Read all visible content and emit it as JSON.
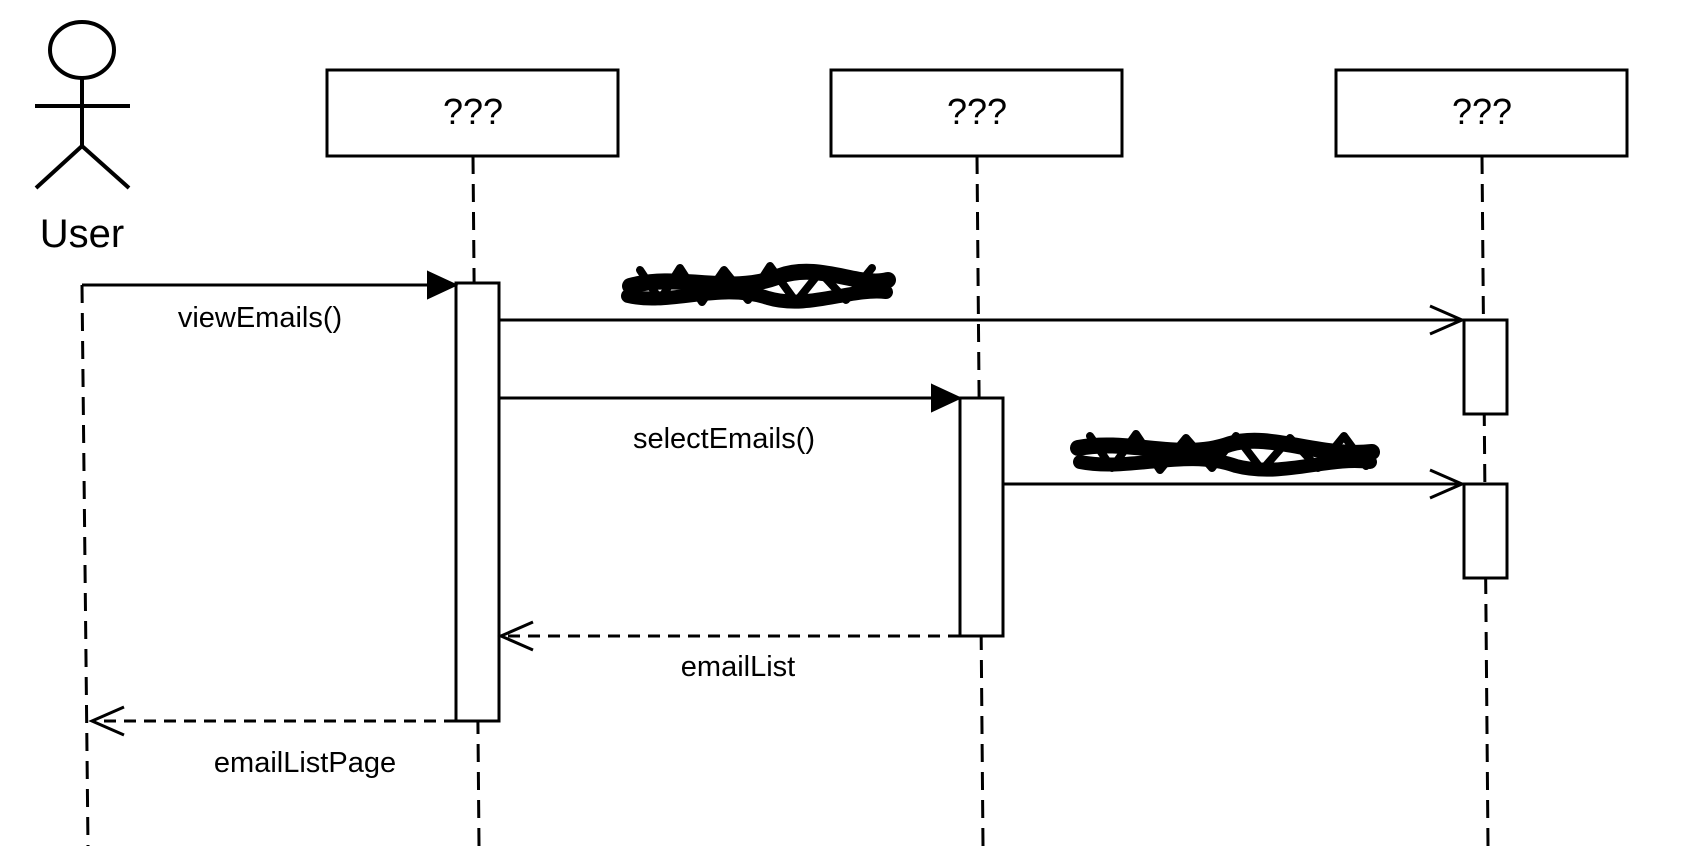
{
  "actor": {
    "label": "User"
  },
  "participants": [
    {
      "label": "???"
    },
    {
      "label": "???"
    },
    {
      "label": "???"
    }
  ],
  "messages": {
    "m1": {
      "label": "viewEmails()"
    },
    "m2": {
      "label": "selectEmails()"
    },
    "m3": {
      "label": "emailList"
    },
    "m4": {
      "label": "emailListPage"
    }
  },
  "redactions": [
    "scribbled-label",
    "scribbled-label"
  ]
}
